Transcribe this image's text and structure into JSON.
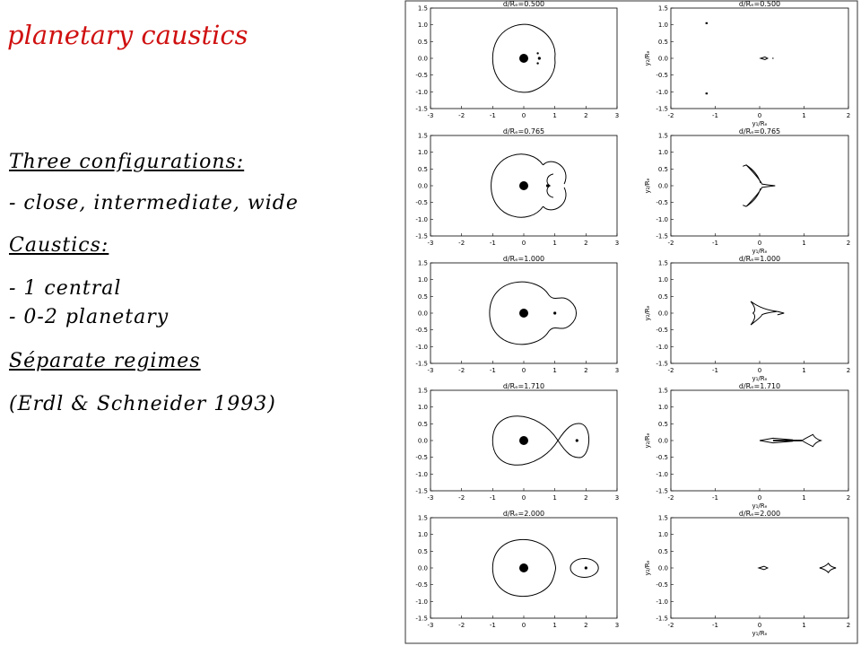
{
  "slide": {
    "title": "planetary caustics",
    "lines": [
      "Three configurations:",
      "- close, intermediate, wide",
      "Caustics:",
      "- 1 central",
      "- 0-2 planetary",
      "Séparate regimes",
      "(Erdl & Schneider 1993)"
    ]
  },
  "chart_data": {
    "type": "figure-grid",
    "panel_titles": [
      "d/Rₑ=0.500",
      "d/Rₑ=0.765",
      "d/Rₑ=1.000",
      "d/Rₑ=1.710",
      "d/Rₑ=2.000"
    ],
    "separations": [
      0.5,
      0.765,
      1.0,
      1.71,
      2.0
    ],
    "left_panels": {
      "content": "critical curves",
      "xlim": [
        -3,
        3
      ],
      "ylim": [
        -1.5,
        1.5
      ],
      "xticks": [
        "-3",
        "-2",
        "-1",
        "0",
        "1",
        "2",
        "3"
      ],
      "yticks": [
        "1.5",
        "1.0",
        "0.5",
        "0.0",
        "-0.5",
        "-1.0",
        "-1.5"
      ]
    },
    "right_panels": {
      "content": "caustics",
      "xlim": [
        -2,
        2
      ],
      "ylim": [
        -1.5,
        1.5
      ],
      "xticks": [
        "-2",
        "-1",
        "0",
        "1",
        "2"
      ],
      "yticks": [
        "1.5",
        "1.0",
        "0.5",
        "0.0",
        "-0.5",
        "-1.0",
        "-1.5"
      ],
      "xlabel": "y₁/Rₑ",
      "ylabel": "y₂/Rₑ"
    }
  }
}
